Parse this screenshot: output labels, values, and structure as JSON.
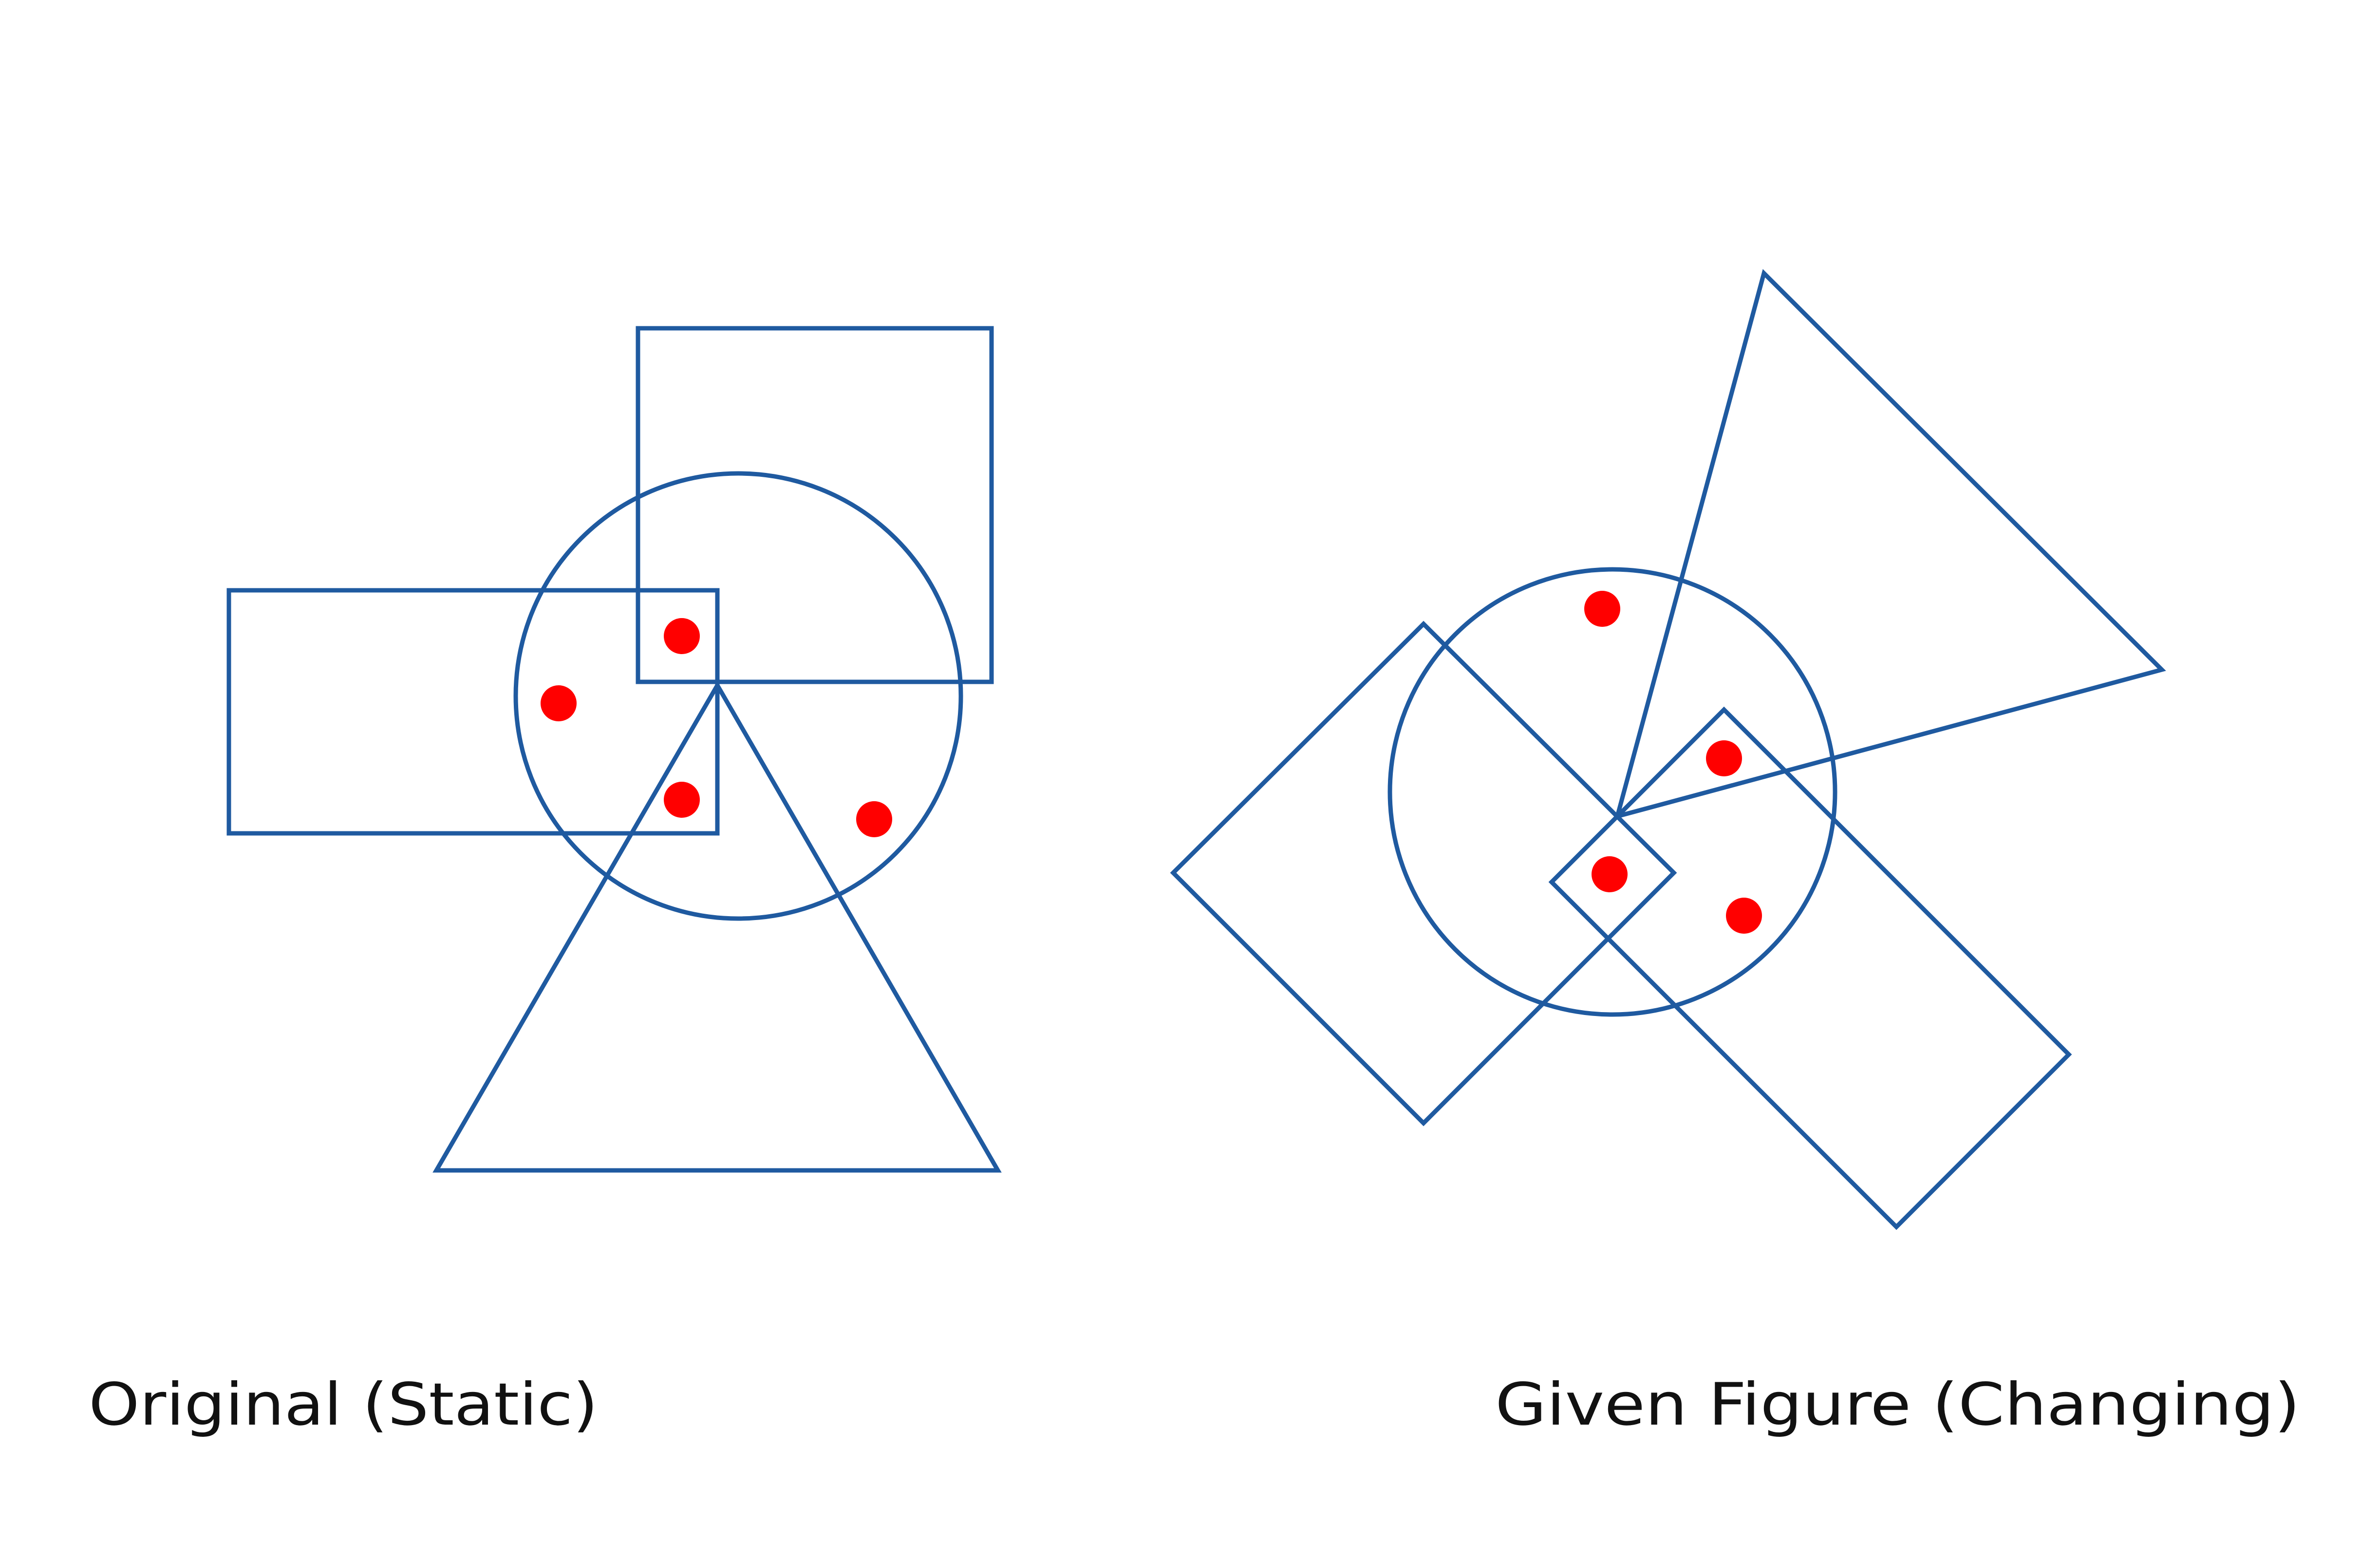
{
  "colors": {
    "stroke": "#1f5aa0",
    "dot": "#ff0000",
    "text": "#111111"
  },
  "panels": [
    {
      "label": "Original (Static)",
      "shapes": [
        "square",
        "rectangle",
        "circle",
        "triangle"
      ],
      "dot_count": 4
    },
    {
      "label": "Given Figure (Changing)",
      "shapes": [
        "rotated-square",
        "rotated-rectangle",
        "circle",
        "rotated-triangle"
      ],
      "dot_count": 4
    }
  ]
}
